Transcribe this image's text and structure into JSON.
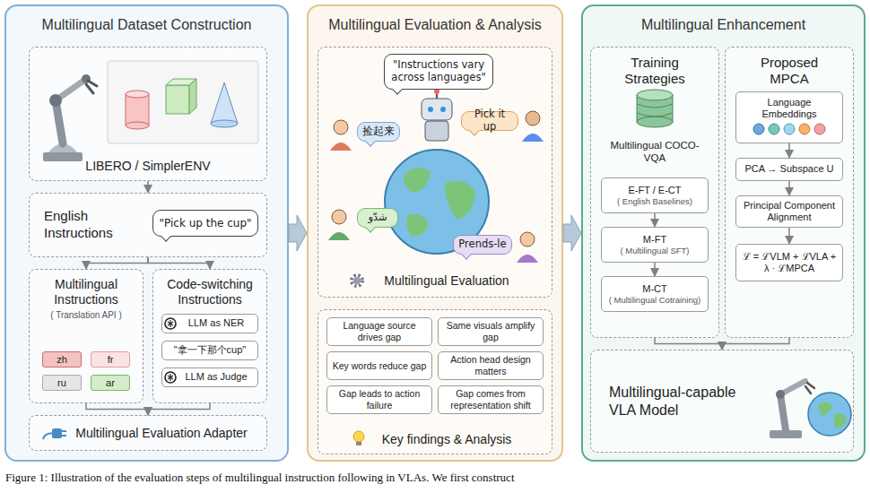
{
  "diagram": {
    "caption": "Figure 1: Illustration of the evaluation steps of multilingual instruction following in VLAs. We first construct",
    "nodes": [
      {
        "text": [
          "Multilingual Dataset Construction"
        ]
      },
      {
        "text": [
          "LIBERO / SimplerENV"
        ],
        "in": 0
      },
      {
        "text": [
          "English Instructions"
        ],
        "in": 0
      },
      {
        "text": [
          "\"Pick up the cup\""
        ],
        "in": 2
      },
      {
        "text": [
          "Multilingual Instructions",
          "( Translation API )"
        ],
        "in": 0
      },
      {
        "text": [
          "zh"
        ],
        "in": 4
      },
      {
        "text": [
          "fr"
        ],
        "in": 4
      },
      {
        "text": [
          "ru"
        ],
        "in": 4
      },
      {
        "text": [
          "ar"
        ],
        "in": 4
      },
      {
        "text": [
          "Code-switching Instructions"
        ],
        "in": 0
      },
      {
        "text": [
          "LLM as NER"
        ],
        "in": 9
      },
      {
        "text": [
          "\"拿一下那个cup\""
        ],
        "in": 9
      },
      {
        "text": [
          "LLM as Judge"
        ],
        "in": 9
      },
      {
        "text": [
          "Multilingual Evaluation Adapter"
        ],
        "in": 0
      },
      {
        "text": [
          "Multilingual Evaluation & Analysis"
        ]
      },
      {
        "text": [
          "Multilingual Evaluation"
        ],
        "in": 14
      },
      {
        "text": [
          "\"Instructions vary across languages\""
        ],
        "in": 15
      },
      {
        "text": [
          "捡起来"
        ],
        "in": 15
      },
      {
        "text": [
          "Pick it up"
        ],
        "in": 15
      },
      {
        "text": [
          "شدّو"
        ],
        "in": 15
      },
      {
        "text": [
          "Prends-le"
        ],
        "in": 15
      },
      {
        "text": [
          "Key findings & Analysis"
        ],
        "in": 14
      },
      {
        "text": [
          "Language source drives gap"
        ],
        "in": 21
      },
      {
        "text": [
          "Same visuals amplify gap"
        ],
        "in": 21
      },
      {
        "text": [
          "Key words reduce gap"
        ],
        "in": 21
      },
      {
        "text": [
          "Action head design matters"
        ],
        "in": 21
      },
      {
        "text": [
          "Gap leads to action failure"
        ],
        "in": 21
      },
      {
        "text": [
          "Gap comes from representation shift"
        ],
        "in": 21
      },
      {
        "text": [
          "Multilingual Enhancement"
        ]
      },
      {
        "text": [
          "Training Strategies"
        ],
        "in": 28
      },
      {
        "text": [
          "Multilingual COCO-VQA"
        ],
        "in": 29
      },
      {
        "text": [
          "E-FT / E-CT",
          "( English Baselines)"
        ],
        "in": 29
      },
      {
        "text": [
          "M-FT",
          "( Multilingual SFT)"
        ],
        "in": 29
      },
      {
        "text": [
          "M-CT",
          "( Multilingual Cotraining)"
        ],
        "in": 29
      },
      {
        "text": [
          "Proposed MPCA"
        ],
        "in": 28
      },
      {
        "text": [
          "Language Embeddings"
        ],
        "in": 34
      },
      {
        "text": [
          "PCA → Subspace U"
        ],
        "in": 34
      },
      {
        "text": [
          "Principal Component Alignment"
        ],
        "in": 34
      },
      {
        "text": [
          "ℒ = ℒVLM + ℒVLA + λ · ℒMPCA"
        ],
        "in": 34
      },
      {
        "text": [
          "Multilingual-capable VLA Model"
        ],
        "in": 28
      }
    ],
    "edges": [
      {
        "from": 0,
        "to": 14,
        "arrow": "to"
      },
      {
        "from": 14,
        "to": 28,
        "arrow": "to"
      },
      {
        "from": 1,
        "to": 2,
        "arrow": "to"
      },
      {
        "from": 2,
        "to": 4,
        "arrow": "to"
      },
      {
        "from": 2,
        "to": 9,
        "arrow": "to"
      },
      {
        "from": 4,
        "to": 13,
        "arrow": "to"
      },
      {
        "from": 9,
        "to": 13,
        "arrow": "to"
      },
      {
        "from": 31,
        "to": 32,
        "arrow": "to"
      },
      {
        "from": 32,
        "to": 33,
        "arrow": "to"
      },
      {
        "from": 35,
        "to": 36,
        "arrow": "to"
      },
      {
        "from": 36,
        "to": 37,
        "arrow": "to"
      },
      {
        "from": 37,
        "to": 38,
        "arrow": "to"
      },
      {
        "from": 29,
        "to": 39,
        "arrow": "to"
      },
      {
        "from": 34,
        "to": 39,
        "arrow": "to"
      }
    ]
  }
}
